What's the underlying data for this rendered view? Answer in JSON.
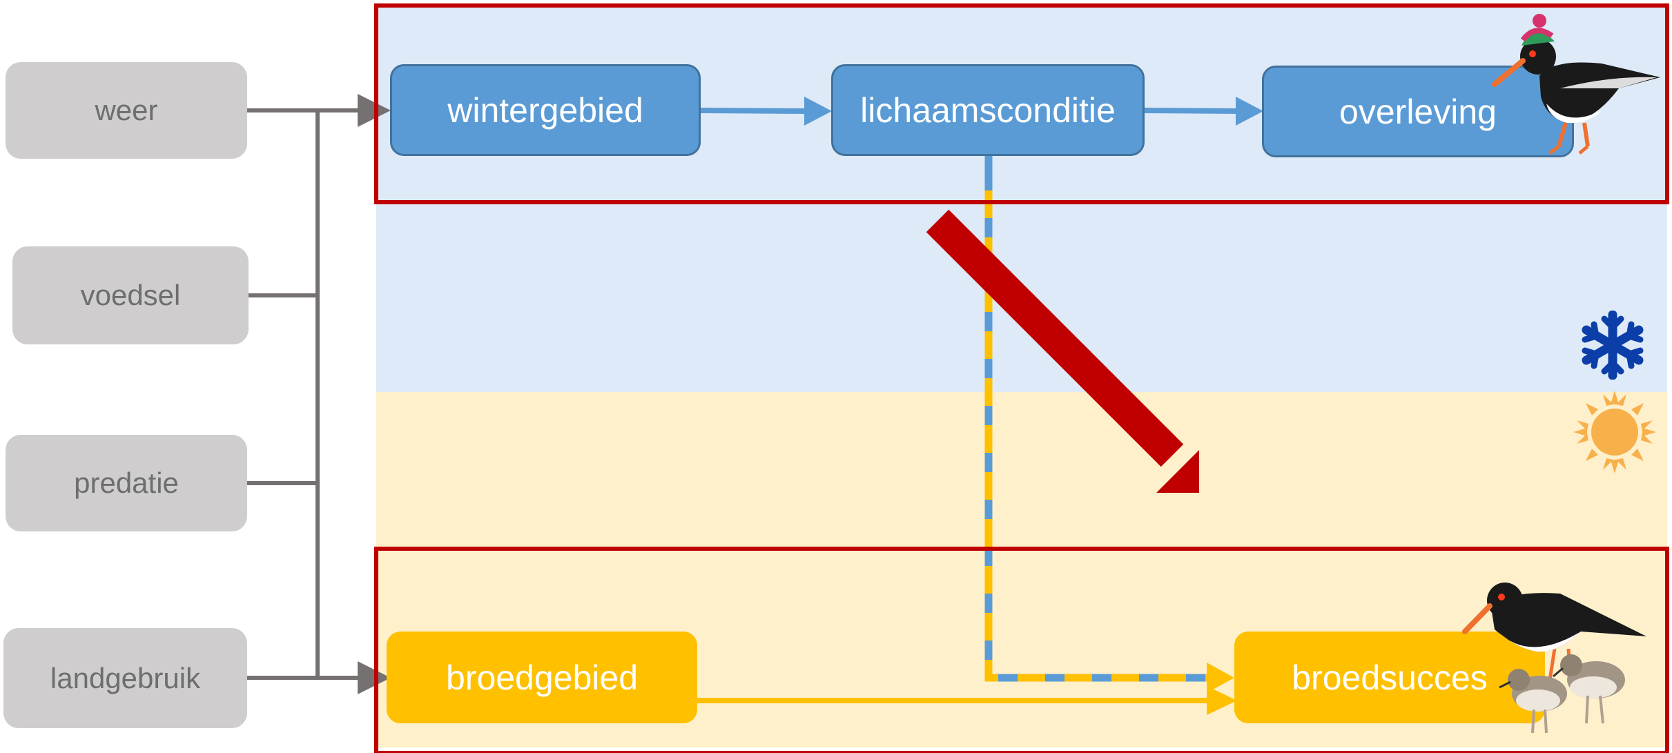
{
  "factors": {
    "weer": "weer",
    "voedsel": "voedsel",
    "predatie": "predatie",
    "landgebruik": "landgebruik"
  },
  "winter_chain": {
    "wintergebied": "wintergebied",
    "lichaamsconditie": "lichaamsconditie",
    "overleving": "overleving"
  },
  "breeding_chain": {
    "broedgebied": "broedgebied",
    "broedsucces": "broedsucces"
  },
  "icons": {
    "winter": "snowflake-icon",
    "summer": "sun-icon",
    "winter_bird": "oystercatcher-with-hat-icon",
    "breeding_birds": "oystercatcher-with-chicks-icon"
  },
  "colors": {
    "winter_band": "#deeaf7",
    "summer_band": "#fff0cc",
    "blue_box": "#5b9bd5",
    "gold_box": "#ffc000",
    "factor_box": "#cfcdcd",
    "frame_red": "#c00000",
    "connector_grey": "#767171",
    "snowflake": "#0b3ea8",
    "sun": "#f8b04a"
  }
}
